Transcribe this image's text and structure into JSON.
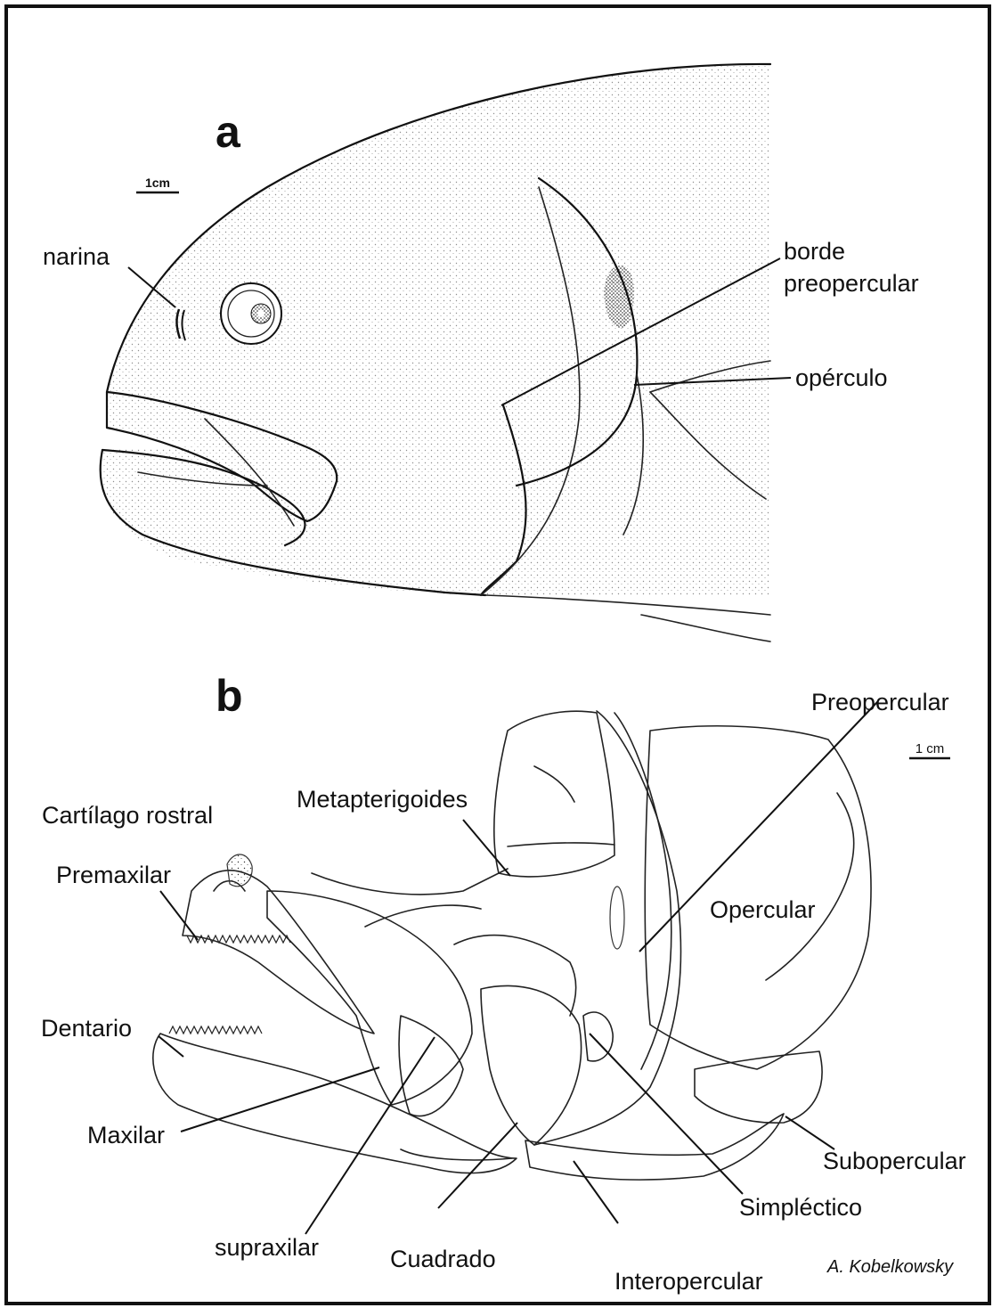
{
  "panel_a": {
    "letter": "a",
    "scale": "1cm",
    "labels": {
      "narina": "narina",
      "borde_line1": "borde",
      "borde_line2": "preopercular",
      "operculo": "opérculo"
    }
  },
  "panel_b": {
    "letter": "b",
    "scale": "1 cm",
    "labels": {
      "preopercular": "Preopercular",
      "metapterigoides": "Metapterigoides",
      "cartilago_rostral": "Cartílago rostral",
      "premaxilar": "Premaxilar",
      "opercular": "Opercular",
      "dentario": "Dentario",
      "maxilar": "Maxilar",
      "subopercular": "Subopercular",
      "simplectico": "Simpléctico",
      "supraxilar": "supraxilar",
      "cuadrado": "Cuadrado",
      "interopercular": "Interopercular"
    }
  },
  "credit": "A. Kobelkowsky"
}
